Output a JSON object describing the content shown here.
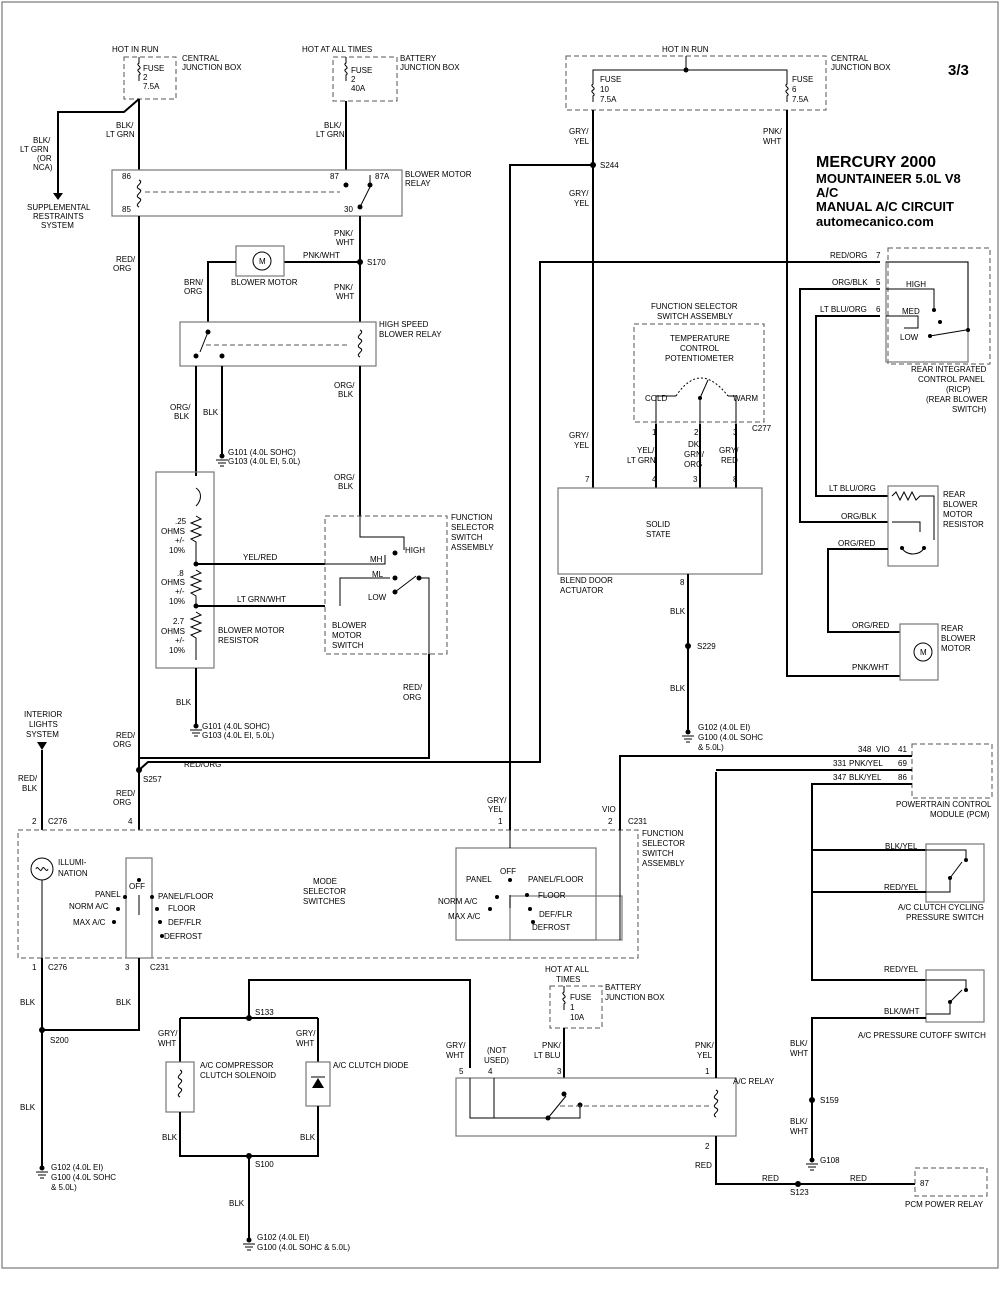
{
  "page": "3/3",
  "title": {
    "make": "MERCURY 2000",
    "model": "MOUNTAINEER 5.0L V8",
    "system": "A/C",
    "circuit": "MANUAL A/C CIRCUIT",
    "site": "automecanico.com"
  },
  "labels": {
    "hot_in_run_1": "HOT IN RUN",
    "hot_all_times": "HOT AT ALL TIMES",
    "hot_in_run_2": "HOT IN RUN",
    "hot_all_times_2": "HOT AT ALL",
    "hot_all_times_2b": "TIMES",
    "fuse": "FUSE",
    "f2_num": "2",
    "f2_amp": "7.5A",
    "fb_num": "2",
    "fb_amp": "40A",
    "f10_num": "10",
    "f10_amp": "7.5A",
    "f6_num": "6",
    "f6_amp": "7.5A",
    "f1_num": "1",
    "f1_amp": "10A",
    "cjb_1": "CENTRAL",
    "cjb_2": "JUNCTION BOX",
    "bjb_1": "BATTERY",
    "bjb_2": "JUNCTION BOX",
    "blk_ltgrn_1": "BLK/",
    "blk_ltgrn_2": "LT GRN",
    "blk_ltgrn_or": "(OR",
    "blk_ltgrn_nca": "NCA)",
    "srs_1": "SUPPLEMENTAL",
    "srs_2": "RESTRAINTS",
    "srs_3": "SYSTEM",
    "bmr_1": "BLOWER MOTOR",
    "bmr_2": "RELAY",
    "p86": "86",
    "p85": "85",
    "p87": "87",
    "p87a": "87A",
    "p30": "30",
    "pnk": "PNK/",
    "wht": "WHT",
    "pnkwht": "PNK/WHT",
    "s170": "S170",
    "red": "RED/",
    "org": "ORG",
    "brn": "BRN/",
    "blower_motor": "BLOWER MOTOR",
    "hsbr_1": "HIGH SPEED",
    "hsbr_2": "BLOWER RELAY",
    "orgblk_1": "ORG/",
    "orgblk_2": "BLK",
    "blk": "BLK",
    "g101": "G101 (4.0L SOHC)",
    "g103": "G103 (4.0L EI, 5.0L)",
    "ohm25": ".25",
    "ohm8": ".8",
    "ohm27": "2.7",
    "ohms": "OHMS",
    "pm": "+/-",
    "pct": "10%",
    "yelred": "YEL/RED",
    "ltgrnwht": "LT GRN/WHT",
    "bmres_1": "BLOWER MOTOR",
    "bmres_2": "RESISTOR",
    "fss_1": "FUNCTION",
    "fss_2": "SELECTOR",
    "fss_3": "SWITCH",
    "fss_4": "ASSEMBLY",
    "mh": "MH",
    "high": "HIGH",
    "ml": "ML",
    "low": "LOW",
    "bms_1": "BLOWER",
    "bms_2": "MOTOR",
    "bms_3": "SWITCH",
    "ils_1": "INTERIOR",
    "ils_2": "LIGHTS",
    "ils_3": "SYSTEM",
    "redblk_1": "RED/",
    "redblk_2": "BLK",
    "s257": "S257",
    "redorg": "RED/ORG",
    "c276": "C276",
    "c231": "C231",
    "c277": "C277",
    "n1": "1",
    "n2": "2",
    "n3": "3",
    "n4": "4",
    "n5": "5",
    "n6": "6",
    "n7": "7",
    "n8": "8",
    "illum_1": "ILLUMI-",
    "illum_2": "NATION",
    "panel": "PANEL",
    "norm_ac": "NORM A/C",
    "max_ac": "MAX A/C",
    "off": "OFF",
    "panel_floor": "PANEL/FLOOR",
    "floor": "FLOOR",
    "def_flr": "DEF/FLR",
    "defrost": "DEFROST",
    "mss_1": "MODE",
    "mss_2": "SELECTOR",
    "mss_3": "SWITCHES",
    "gryyel_1": "GRY/",
    "gryyel_2": "YEL",
    "vio": "VIO",
    "s244": "S244",
    "fssa_1": "FUNCTION SELECTOR",
    "fssa_2": "SWITCH ASSEMBLY",
    "tcp_1": "TEMPERATURE",
    "tcp_2": "CONTROL",
    "tcp_3": "POTENTIOMETER",
    "cold": "COLD",
    "warm": "WARM",
    "yel_ltgrn_1": "YEL/",
    "yel_ltgrn_2": "LT GRN",
    "dkgrn_1": "DK",
    "dkgrn_2": "GRN/",
    "dkgrn_3": "ORG",
    "gryred_1": "GRY/",
    "gryred_2": "RED",
    "solid_1": "SOLID",
    "solid_2": "STATE",
    "bda_1": "BLEND DOOR",
    "bda_2": "ACTUATOR",
    "s229": "S229",
    "g102": "G102 (4.0L EI)",
    "g100_1": "G100 (4.0L SOHC",
    "g100_2": "& 5.0L)",
    "redorg_w": "RED/ORG",
    "orgblk_w": "ORG/BLK",
    "ltbluorg_w": "LT BLU/ORG",
    "rhigh": "HIGH",
    "rmed": "MED",
    "rlow": "LOW",
    "ricp_1": "REAR INTEGRATED",
    "ricp_2": "CONTROL PANEL",
    "ricp_3": "(RICP)",
    "ricp_4": "(REAR BLOWER",
    "ricp_5": "SWITCH)",
    "ltbluorg_2": "LT BLU/ORG",
    "orgblk_3": "ORG/BLK",
    "orgred_1": "ORG/RED",
    "rbmr_1": "REAR",
    "rbmr_2": "BLOWER",
    "rbmr_3": "MOTOR",
    "rbmr_4": "RESISTOR",
    "orgred_2": "ORG/RED",
    "pnkwht_2": "PNK/WHT",
    "rbm_1": "REAR",
    "rbm_2": "BLOWER",
    "rbm_3": "MOTOR",
    "c348": "348",
    "c331": "331",
    "c347": "347",
    "vio2": "VIO",
    "pnkyel": "PNK/YEL",
    "blkyel": "BLK/YEL",
    "p41": "41",
    "p69": "69",
    "p86b": "86",
    "pcm_1": "POWERTRAIN CONTROL",
    "pcm_2": "MODULE (PCM)",
    "blkyel_2": "BLK/YEL",
    "redyel_1": "RED/YEL",
    "accps_1": "A/C CLUTCH CYCLING",
    "accps_2": "PRESSURE SWITCH",
    "redyel_2": "RED/YEL",
    "blkwht_1": "BLK/WHT",
    "acpcs": "A/C PRESSURE CUTOFF SWITCH",
    "blkwht_2a": "BLK/",
    "blkwht_2b": "WHT",
    "s159": "S159",
    "g108": "G108",
    "s200": "S200",
    "g102b": "G102 (4.0L EI)",
    "g100b_1": "G100 (4.0L SOHC",
    "g100b_2": "& 5.0L)",
    "s133": "S133",
    "grywht_1": "GRY/",
    "grywht_2": "WHT",
    "accs_1": "A/C COMPRESSOR",
    "accs_2": "CLUTCH SOLENOID",
    "acd": "A/C CLUTCH DIODE",
    "s100": "S100",
    "g102c": "G102 (4.0L EI)",
    "g100c": "G100 (4.0L SOHC & 5.0L)",
    "notused_1": "(NOT",
    "notused_2": "USED)",
    "pnkltblu_1": "PNK/",
    "pnkltblu_2": "LT BLU",
    "pnkyel_1": "PNK/",
    "pnkyel_2": "YEL",
    "acrelay": "A/C RELAY",
    "red_w": "RED",
    "s123": "S123",
    "p87b": "87",
    "pcmrelay": "PCM POWER RELAY",
    "blkltgrn_r": "BLK/",
    "blkltgrn_r2": "LT GRN",
    "gryyel_3": "GRY/",
    "gryyel_4": "YEL",
    "pnkwht_r1": "PNK/",
    "pnkwht_r2": "WHT"
  }
}
